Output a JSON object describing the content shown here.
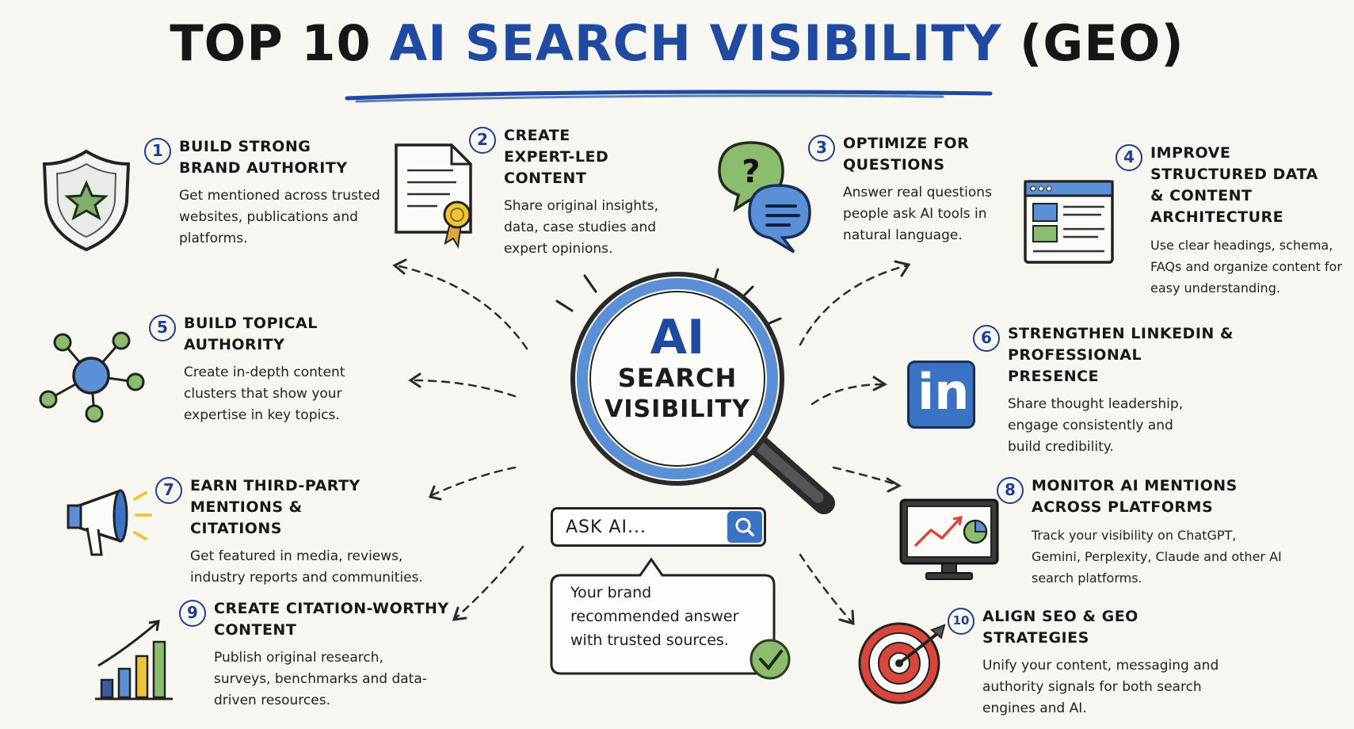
{
  "title": {
    "prefix": "TOP 10",
    "highlight": "AI SEARCH VISIBILITY",
    "suffix": "(GEO)"
  },
  "center": {
    "line1": "AI",
    "line2": "SEARCH",
    "line3": "VISIBILITY"
  },
  "search_box": {
    "placeholder": "ASK AI..."
  },
  "answer_bubble": {
    "text": "Your brand recommended answer with trusted sources."
  },
  "items": [
    {
      "num": "1",
      "title": "Build Strong Brand Authority",
      "desc": "Get mentioned across trusted websites, publications and platforms."
    },
    {
      "num": "2",
      "title": "Create Expert-Led Content",
      "desc": "Share original insights, data, case studies and expert opinions."
    },
    {
      "num": "3",
      "title": "Optimize for Questions",
      "desc": "Answer real questions people ask AI tools in natural language."
    },
    {
      "num": "4",
      "title": "Improve Structured Data & Content Architecture",
      "desc": "Use clear headings, schema, FAQs and organize content for easy understanding."
    },
    {
      "num": "5",
      "title": "Build Topical Authority",
      "desc": "Create in-depth content clusters that show your expertise in key topics."
    },
    {
      "num": "6",
      "title": "Strengthen LinkedIn & Professional Presence",
      "desc": "Share thought leadership, engage consistently and build credibility."
    },
    {
      "num": "7",
      "title": "Earn Third-Party Mentions & Citations",
      "desc": "Get featured in media, reviews, industry reports and communities."
    },
    {
      "num": "8",
      "title": "Monitor AI Mentions Across Platforms",
      "desc": "Track your visibility on ChatGPT, Gemini, Perplexity, Claude and other AI search platforms."
    },
    {
      "num": "9",
      "title": "Create Citation-Worthy Content",
      "desc": "Publish original research, surveys, benchmarks and data-driven resources."
    },
    {
      "num": "10",
      "title": "Align SEO & GEO Strategies",
      "desc": "Unify your content, messaging and authority signals for both search engines and AI."
    }
  ],
  "icons": {
    "linkedin_text": "in",
    "question_mark": "?"
  },
  "colors": {
    "accent_blue": "#1f4aa0",
    "green": "#7fae6e",
    "red": "#d9463b",
    "yellow": "#f0c53a"
  }
}
